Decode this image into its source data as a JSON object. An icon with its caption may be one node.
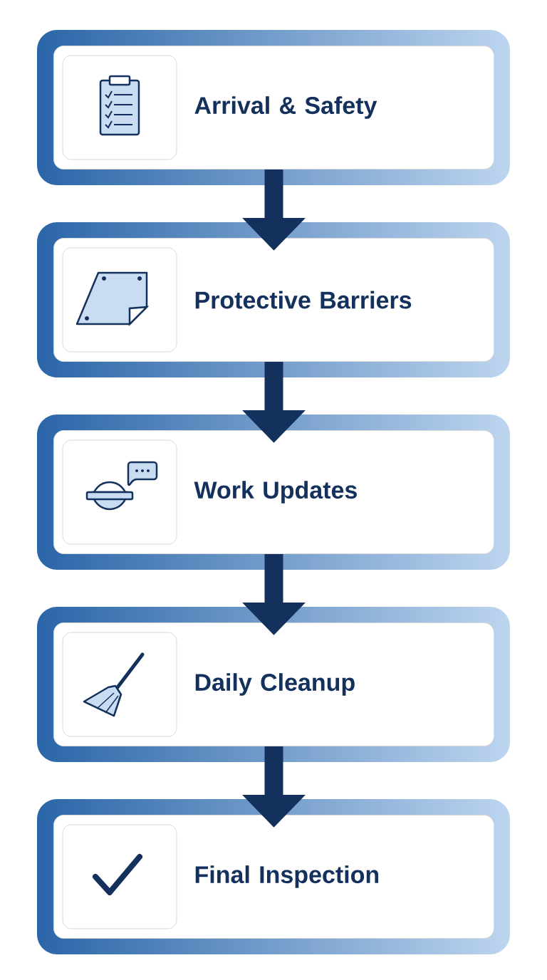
{
  "diagram": {
    "nodes": [
      {
        "text": [
          "Arrival & Safety"
        ]
      },
      {
        "text": [
          "Protective Barriers"
        ]
      },
      {
        "text": [
          "Work Updates"
        ]
      },
      {
        "text": [
          "Daily Cleanup"
        ]
      },
      {
        "text": [
          "Final Inspection"
        ]
      }
    ],
    "edges": [
      {
        "from": 0,
        "to": 1,
        "arrow": "to"
      },
      {
        "from": 1,
        "to": 2,
        "arrow": "to"
      },
      {
        "from": 2,
        "to": 3,
        "arrow": "to"
      },
      {
        "from": 3,
        "to": 4,
        "arrow": "to"
      }
    ]
  }
}
